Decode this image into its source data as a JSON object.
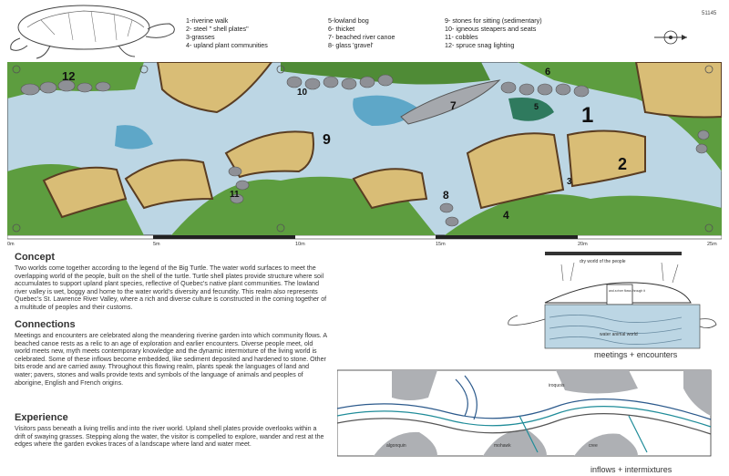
{
  "sheet_number": "51145",
  "legend": {
    "col1": [
      "1-riverine walk",
      "2- steel \" shell plates\"",
      "3-grasses",
      "4- upland plant communities"
    ],
    "col2": [
      "5-lowland bog",
      "6- thicket",
      "7- beached river canoe",
      "8- glass 'gravel'"
    ],
    "col3": [
      "9- stones for sitting (sedimentary)",
      "10- igneous steapers and seats",
      "11- cobbles",
      "12- spruce snag lighting"
    ]
  },
  "plan_numbers": [
    "1",
    "2",
    "3",
    "4",
    "5",
    "6",
    "7",
    "8",
    "9",
    "10",
    "11",
    "12"
  ],
  "scale_labels": [
    "0m",
    "5m",
    "10m",
    "15m",
    "20m",
    "25m"
  ],
  "sections": [
    {
      "heading": "Concept",
      "body": "Two worlds come together according to the legend of the Big Turtle. The water world surfaces to meet the overlapping world of the people, built on the shell of the turtle. Turtle shell plates provide structure where soil accumulates to support upland plant species, reflective of Quebec's native plant communities. The lowland river valley is wet, boggy and home to the water world's diversity and fecundity. This realm also represents Quebec's St. Lawrence River Valley, where a rich and diverse culture is constructed in the coming together of a multitude of peoples and their customs."
    },
    {
      "heading": "Connections",
      "body": "Meetings and encounters are celebrated along the meandering riverine garden into which community flows. A beached canoe rests as a relic to an age of exploration and earlier encounters. Diverse people meet, old world meets new, myth meets contemporary knowledge and the dynamic intermixture of the living world is celebrated. Some of these inflows become embedded, like sediment deposited and hardened to stone. Other bits erode and are carried away. Throughout this flowing realm, plants speak the languages of land and water; pavers, stones and walls provide texts and symbols of the language of animals and peoples of aborigine, English and French origins."
    },
    {
      "heading": "Experience",
      "body": "Visitors pass beneath a living trellis and into the river world. Upland shell plates provide overlooks within a drift of swaying grasses. Stepping along the water, the visitor is compelled to explore, wander and rest at the edges where the garden evokes traces of a landscape where land and water meet."
    }
  ],
  "diagram1": {
    "caption": "meetings + encounters",
    "labels": [
      "dry world of the people",
      "and a river flows through it",
      "water animal world"
    ]
  },
  "diagram2": {
    "caption": "inflows + intermixtures",
    "labels": [
      "iroquois",
      "algonquin",
      "mohawk",
      "cree"
    ]
  },
  "colors": {
    "water": "#bcd6e4",
    "water_deep": "#5ea7c8",
    "grass": "#d9bd76",
    "upland": "#5d9d3f",
    "stone": "#8e9096",
    "shell_edge": "#5a3d22"
  }
}
